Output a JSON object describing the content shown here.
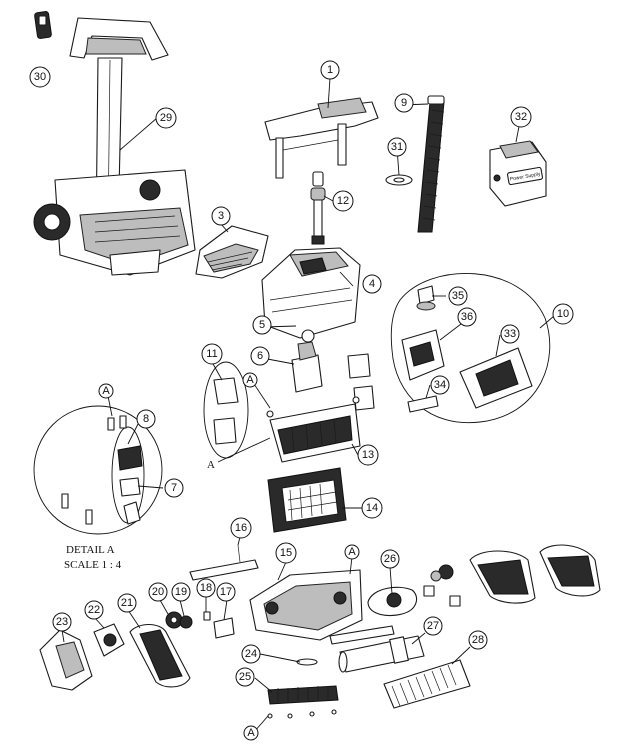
{
  "callouts": [
    {
      "label": "1"
    },
    {
      "label": "3"
    },
    {
      "label": "4"
    },
    {
      "label": "5"
    },
    {
      "label": "6"
    },
    {
      "label": "7"
    },
    {
      "label": "8"
    },
    {
      "label": "9"
    },
    {
      "label": "10"
    },
    {
      "label": "11"
    },
    {
      "label": "12"
    },
    {
      "label": "13"
    },
    {
      "label": "14"
    },
    {
      "label": "15"
    },
    {
      "label": "16"
    },
    {
      "label": "17"
    },
    {
      "label": "18"
    },
    {
      "label": "19"
    },
    {
      "label": "20"
    },
    {
      "label": "21"
    },
    {
      "label": "22"
    },
    {
      "label": "23"
    },
    {
      "label": "24"
    },
    {
      "label": "25"
    },
    {
      "label": "26"
    },
    {
      "label": "27"
    },
    {
      "label": "28"
    },
    {
      "label": "29"
    },
    {
      "label": "30"
    },
    {
      "label": "31"
    },
    {
      "label": "32"
    },
    {
      "label": "33"
    },
    {
      "label": "34"
    },
    {
      "label": "35"
    },
    {
      "label": "36"
    }
  ],
  "section_markers": [
    {
      "label": "A"
    },
    {
      "label": "A"
    },
    {
      "label": "A"
    },
    {
      "label": "A"
    }
  ],
  "section_line_label": "A",
  "detail": {
    "title": "DETAIL A",
    "scale": "SCALE 1 : 4"
  },
  "product_label": "Power Supply"
}
